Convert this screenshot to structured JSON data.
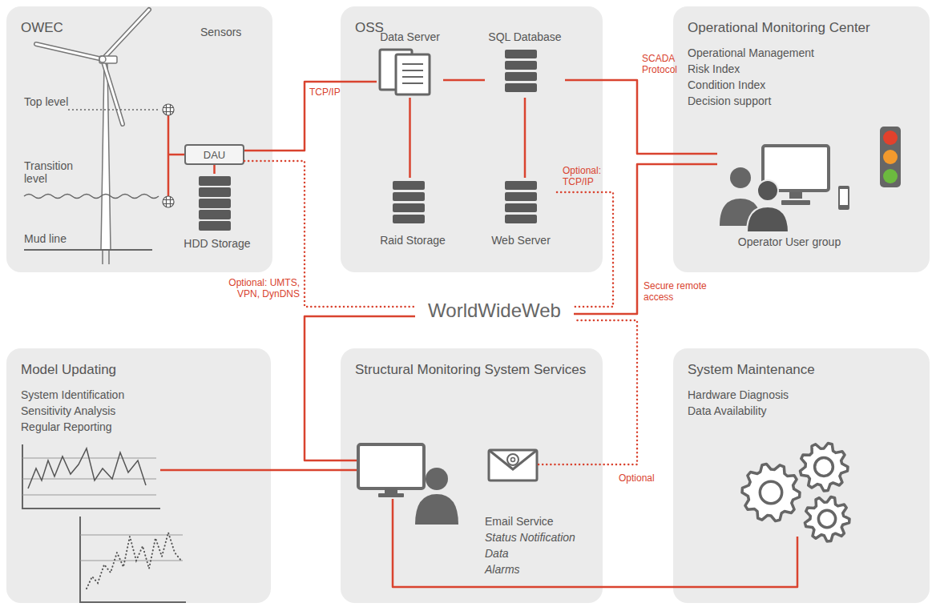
{
  "diagram": {
    "nodes": [
      {
        "text": [
          "OWEC"
        ]
      },
      {
        "text": [
          "DAU"
        ],
        "in": 0
      },
      {
        "text": [
          "HDD Storage"
        ],
        "in": 0
      },
      {
        "text": [
          "OSS"
        ]
      },
      {
        "text": [
          "Data Server"
        ],
        "in": 3
      },
      {
        "text": [
          "SQL Database"
        ],
        "in": 3
      },
      {
        "text": [
          "Raid Storage"
        ],
        "in": 3
      },
      {
        "text": [
          "Web Server"
        ],
        "in": 3
      },
      {
        "text": [
          "Operational Monitoring Center",
          "Operational Management",
          "Risk Index",
          "Condition Index",
          "Decision support"
        ]
      },
      {
        "text": [
          "Operator User group"
        ],
        "in": 8
      },
      {
        "text": [
          "WorldWideWeb"
        ]
      },
      {
        "text": [
          "Model Updating",
          "System Identification",
          "Sensitivity Analysis",
          "Regular Reporting"
        ]
      },
      {
        "text": [
          "Structural Monitoring System Services"
        ]
      },
      {
        "text": [
          "Email Service",
          "Status Notification",
          "Data",
          "Alarms"
        ],
        "in": 12
      },
      {
        "text": [
          "System Maintenance",
          "Hardware Diagnosis",
          "Data Availability"
        ]
      }
    ],
    "edges": [
      {
        "from": 1,
        "to": 4,
        "arrow": "none",
        "label": "TCP/IP"
      },
      {
        "from": 1,
        "to": 2,
        "arrow": "none"
      },
      {
        "from": 4,
        "to": 5,
        "arrow": "none"
      },
      {
        "from": 4,
        "to": 6,
        "arrow": "none"
      },
      {
        "from": 5,
        "to": 7,
        "arrow": "none"
      },
      {
        "from": 5,
        "to": 9,
        "arrow": "none",
        "label": "SCADA Protocol"
      },
      {
        "from": 1,
        "to": 10,
        "arrow": "none",
        "label": "Optional: UMTS, VPN, DynDNS"
      },
      {
        "from": 7,
        "to": 10,
        "arrow": "none",
        "label": "Optional: TCP/IP"
      },
      {
        "from": 10,
        "to": 9,
        "arrow": "none",
        "label": "Secure remote access"
      },
      {
        "from": 10,
        "to": 12,
        "arrow": "none"
      },
      {
        "from": 11,
        "to": 12,
        "arrow": "none"
      },
      {
        "from": 12,
        "to": 14,
        "arrow": "none"
      },
      {
        "from": 13,
        "to": 10,
        "arrow": "none",
        "label": "Optional"
      }
    ],
    "labels": [
      "Sensors",
      "Top level",
      "Transition level",
      "Mud line"
    ]
  }
}
